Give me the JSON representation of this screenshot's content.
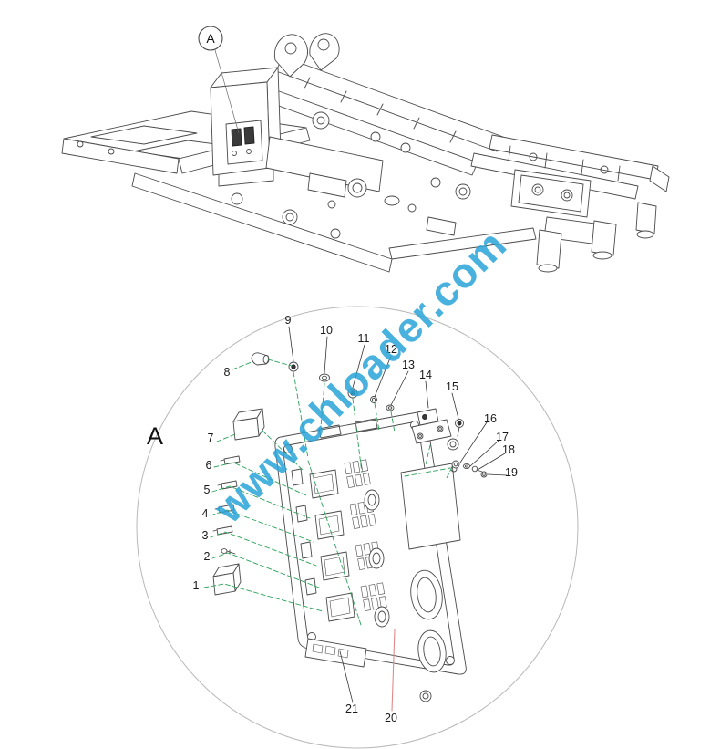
{
  "watermark": {
    "text": "www.chloader.com",
    "color": "#2aa4d8"
  },
  "callout": {
    "label": "A"
  },
  "detail_view": {
    "label": "A"
  },
  "parts": {
    "n1": "1",
    "n2": "2",
    "n3": "3",
    "n4": "4",
    "n5": "5",
    "n6": "6",
    "n7": "7",
    "n8": "8",
    "n9": "9",
    "n10": "10",
    "n11": "11",
    "n12": "12",
    "n13": "13",
    "n14": "14",
    "n15": "15",
    "n16": "16",
    "n17": "17",
    "n18": "18",
    "n19": "19",
    "n20": "20",
    "n21": "21"
  },
  "colors": {
    "line": "#4a4a4a",
    "leader": "#2aa05a",
    "highlight": "#e08a8a",
    "watermark": "#2aa4d8",
    "ring": "#b8b8b8"
  }
}
